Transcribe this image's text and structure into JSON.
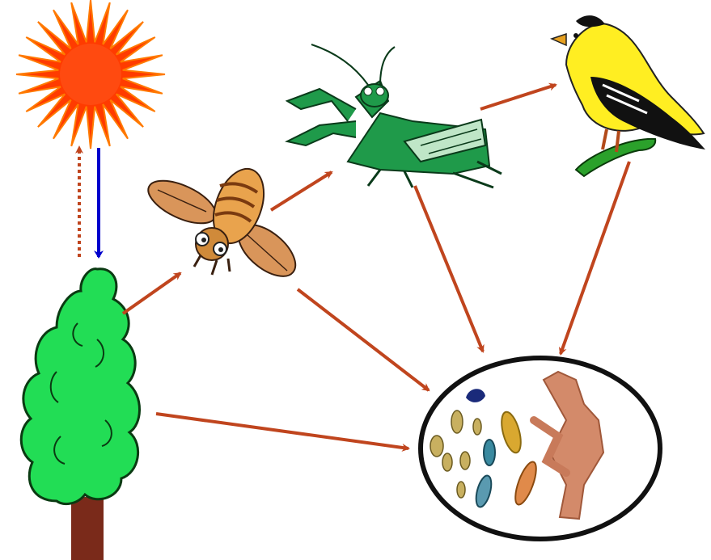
{
  "diagram": {
    "kind": "food-web",
    "nodes": [
      {
        "id": "sun",
        "icon": "sun-icon",
        "color": "#ff3b00"
      },
      {
        "id": "tree",
        "icon": "tree-icon",
        "color": "#22dd55"
      },
      {
        "id": "bee",
        "icon": "bee-icon",
        "color": "#e08a3c"
      },
      {
        "id": "mantis",
        "icon": "mantis-icon",
        "color": "#1f9a4a"
      },
      {
        "id": "bird",
        "icon": "bird-icon",
        "color": "#ffee22"
      },
      {
        "id": "microbes",
        "icon": "microorganisms-icon",
        "color": "#c87a5a"
      }
    ],
    "edges": [
      {
        "from": "sun",
        "to": "tree",
        "style": "solid",
        "color": "#0000cc"
      },
      {
        "from": "tree",
        "to": "sun",
        "style": "dotted",
        "color": "#c0451e"
      },
      {
        "from": "tree",
        "to": "bee",
        "style": "solid",
        "color": "#c0451e"
      },
      {
        "from": "bee",
        "to": "mantis",
        "style": "solid",
        "color": "#c0451e"
      },
      {
        "from": "mantis",
        "to": "bird",
        "style": "solid",
        "color": "#c0451e"
      },
      {
        "from": "tree",
        "to": "microbes",
        "style": "solid",
        "color": "#c0451e"
      },
      {
        "from": "bee",
        "to": "microbes",
        "style": "solid",
        "color": "#c0451e"
      },
      {
        "from": "mantis",
        "to": "microbes",
        "style": "solid",
        "color": "#c0451e"
      },
      {
        "from": "bird",
        "to": "microbes",
        "style": "solid",
        "color": "#c0451e"
      }
    ]
  }
}
